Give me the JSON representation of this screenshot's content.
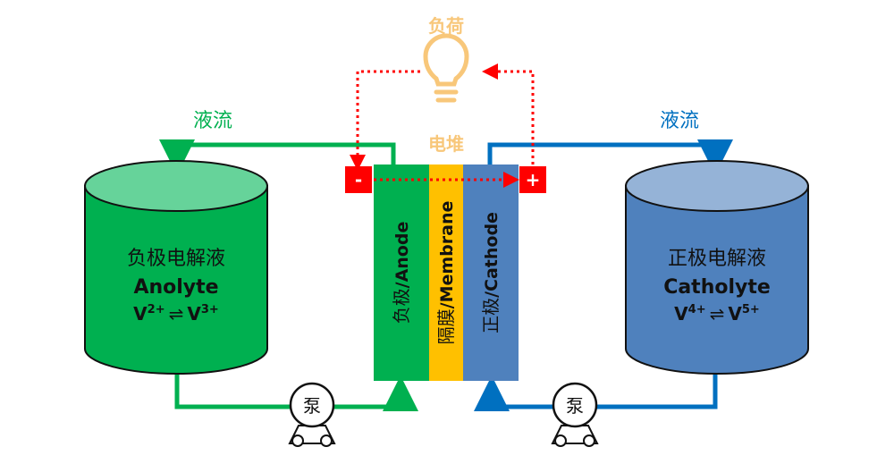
{
  "load_label": "负荷",
  "stack_label": "电堆",
  "flow_left_label": "液流",
  "flow_right_label": "液流",
  "anolyte": {
    "cn": "负极电解液",
    "en": "Anolyte",
    "eq_left": "V",
    "eq_left_sup": "2+",
    "eq_arrow": "⇌",
    "eq_right": "V",
    "eq_right_sup": "3+"
  },
  "catholyte": {
    "cn": "正极电解液",
    "en": "Catholyte",
    "eq_left": "V",
    "eq_left_sup": "4+",
    "eq_arrow": "⇌",
    "eq_right": "V",
    "eq_right_sup": "5+"
  },
  "anode": {
    "cn": "负极",
    "en": "/Anode"
  },
  "membrane": {
    "cn": "隔膜",
    "en": "/Membrane"
  },
  "cathode": {
    "cn": "正极",
    "en": "/Cathode"
  },
  "negative_terminal": "-",
  "positive_terminal": "+",
  "pump_left": "泵",
  "pump_right": "泵",
  "colors": {
    "green": "#00B050",
    "blue": "#0070C0",
    "anode_strip": "#00B050",
    "membrane_strip": "#FFC000",
    "cathode_strip": "#4F81BD",
    "terminal_red": "#FF0000",
    "load_gold": "#F8C77A"
  }
}
